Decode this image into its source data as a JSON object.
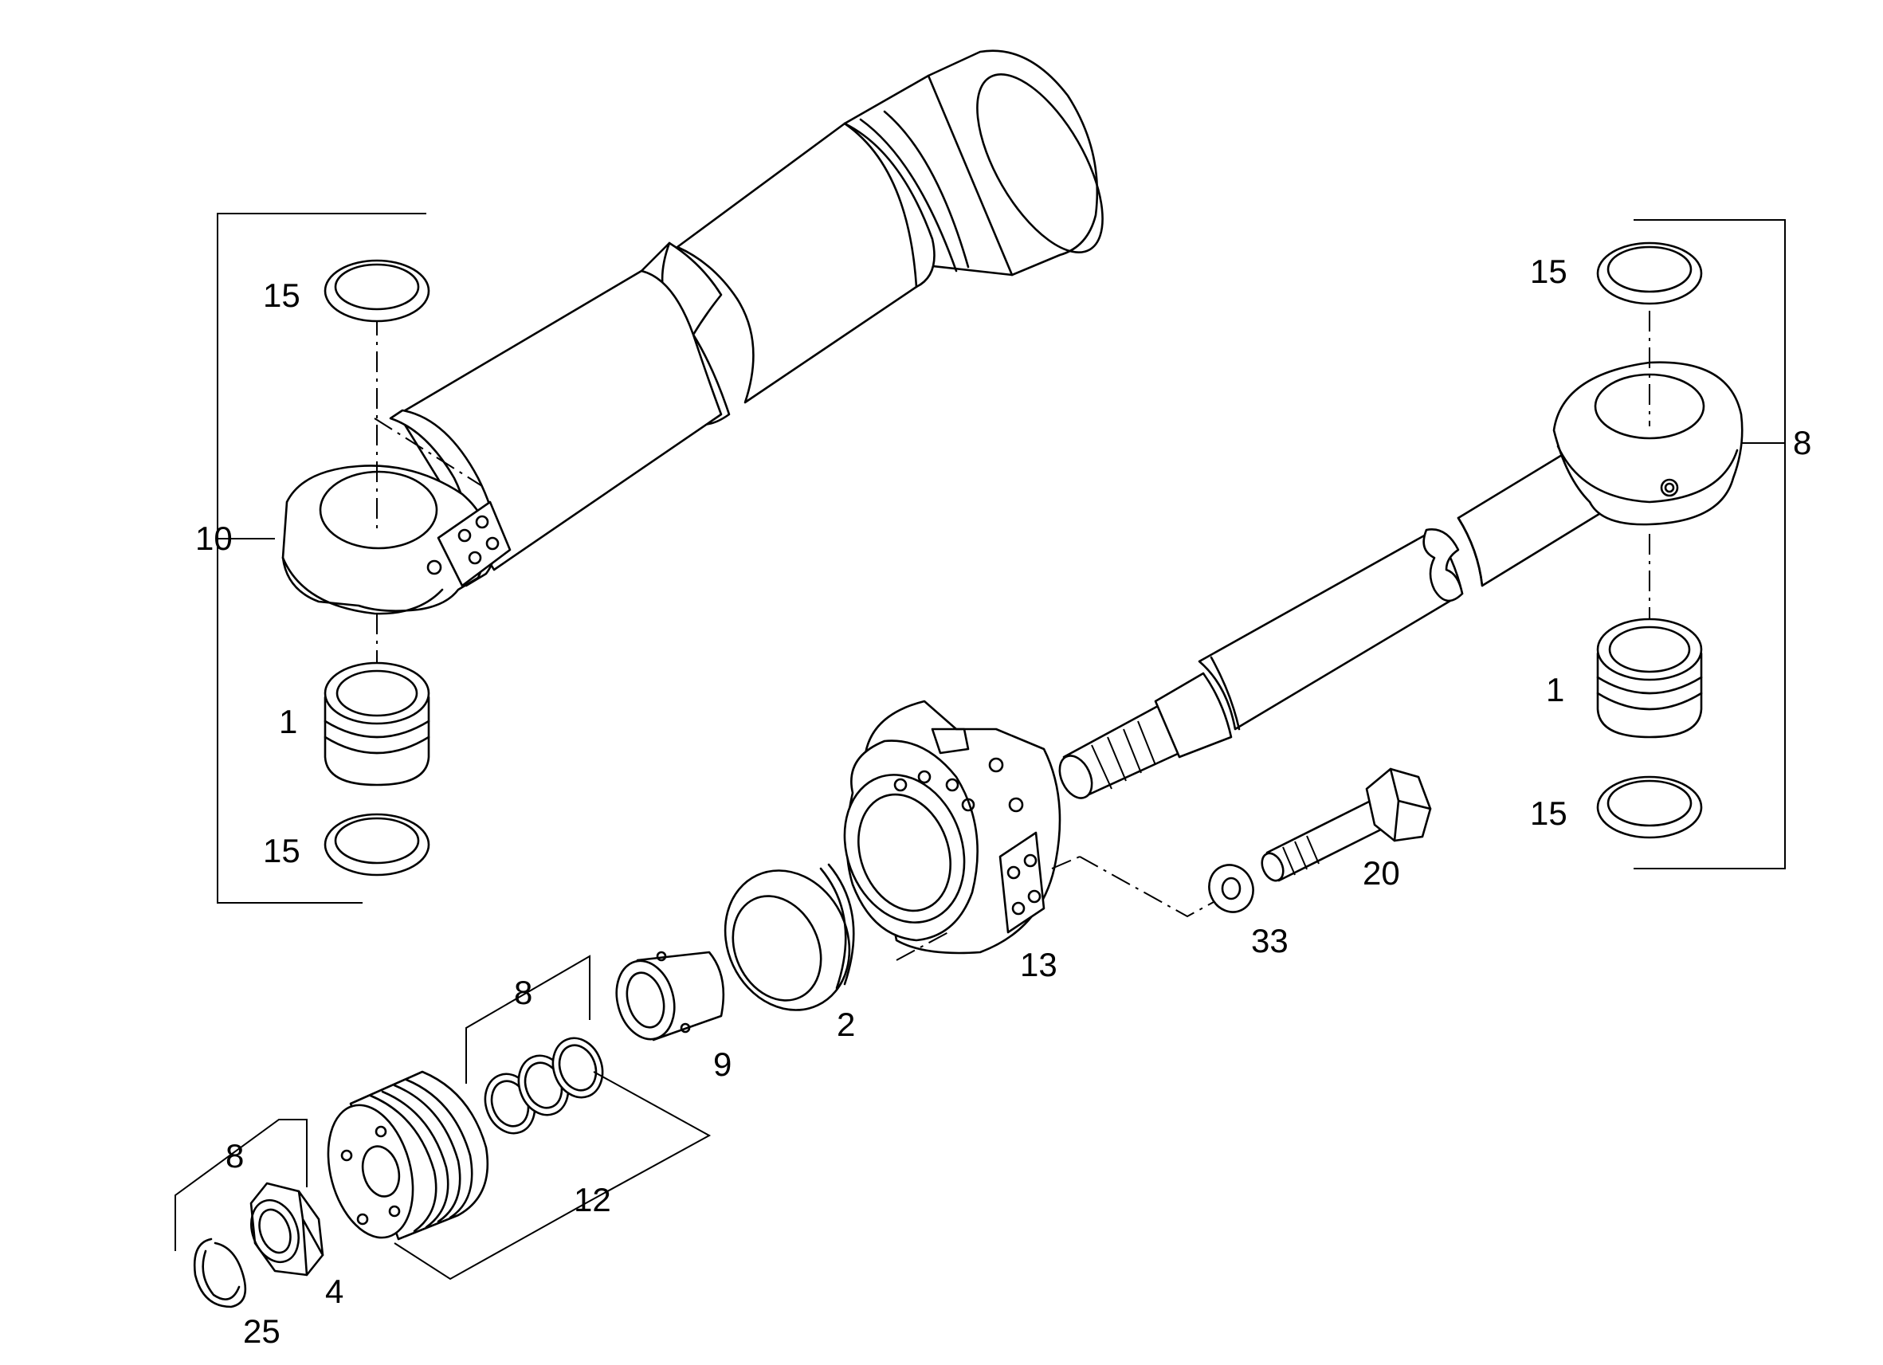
{
  "labels": {
    "seal_ring_left_top": "15",
    "eye_assembly_left": "10",
    "bushing_left": "1",
    "seal_ring_left_bottom": "15",
    "seal_ring_right_top": "15",
    "rod_eye_assembly_right": "8",
    "bushing_right": "1",
    "seal_ring_right_bottom": "15",
    "bolt": "20",
    "washer": "33",
    "cylinder_head": "13",
    "wiper_seal": "2",
    "guide_sleeve": "9",
    "seal_kit_rings": "8",
    "piston_seal_kit": "12",
    "lock_ring_group": "8",
    "nut": "4",
    "circlip": "25"
  }
}
